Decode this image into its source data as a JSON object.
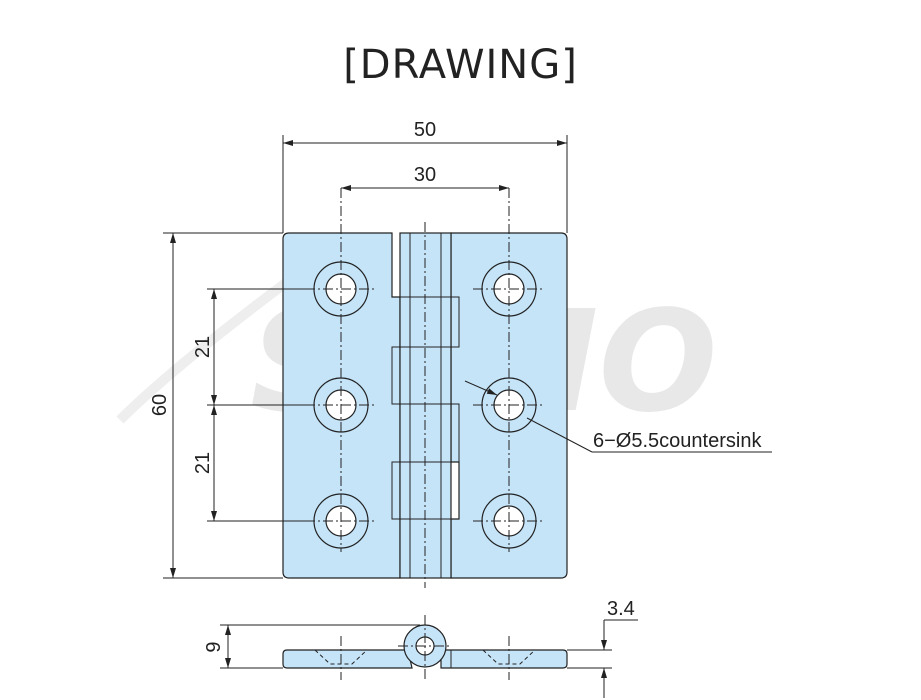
{
  "title": "[DRAWING]",
  "watermark": "SAMO",
  "colors": {
    "plate_fill": "#c5e4f8",
    "line": "#222222",
    "watermark": "#e8e8e8"
  },
  "dimensions": {
    "overall_width": "50",
    "hole_spacing_horizontal": "30",
    "overall_height": "60",
    "hole_pitch_upper": "21",
    "hole_pitch_lower": "21",
    "hole_callout": "6−Ø5.5countersink",
    "side_height": "9",
    "thickness": "3.4"
  }
}
